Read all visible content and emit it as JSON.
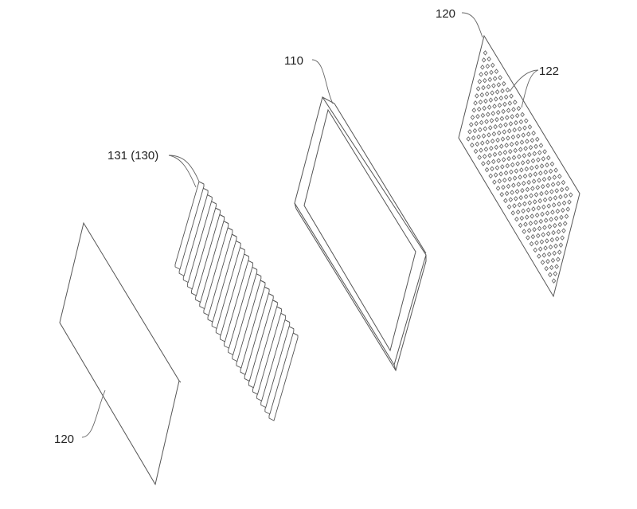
{
  "figure": {
    "labels": {
      "plate_top_right": "120",
      "pattern": "122",
      "frame": "110",
      "fins": "131 (130)",
      "plate_bottom_left": "120"
    },
    "fin_count": 24,
    "line_color": "#555555",
    "background": "#ffffff"
  }
}
